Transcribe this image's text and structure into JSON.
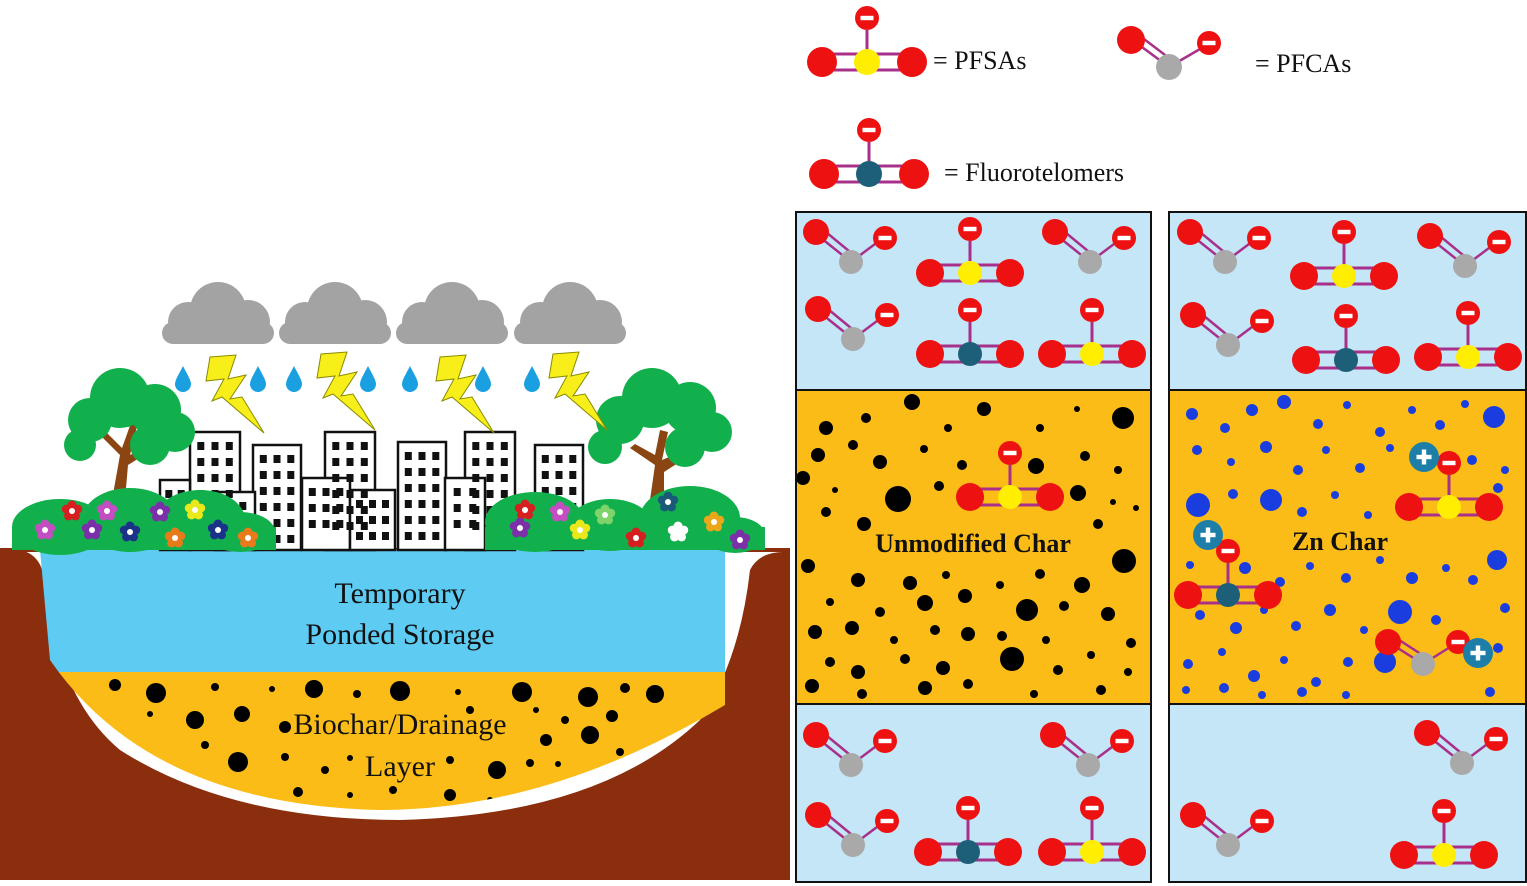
{
  "legend": {
    "pfsa_label": "= PFSAs",
    "pfca_label": "= PFCAs",
    "ft_label": "= Fluorotelomers"
  },
  "bioretention": {
    "water_line1": "Temporary",
    "water_line2": "Ponded Storage",
    "layer_line1": "Biochar/Drainage",
    "layer_line2": "Layer"
  },
  "columns": [
    {
      "media_label": "Unmodified Char"
    },
    {
      "media_label": "Zn Char"
    }
  ],
  "colors": {
    "water": "#5ecbf3",
    "soil": "#8b2e0e",
    "biochar": "#fbbc18",
    "panel_water": "#c4e6f6",
    "oxygen": "#ee1111",
    "sulfur": "#ffee00",
    "carbon": "#a9a9a9",
    "telomer_core": "#1d5e78",
    "bond": "#a8308a",
    "zn_site": "#1a3de0",
    "cloud": "#a3a3a3",
    "bolt": "#f7ee1a",
    "tree": "#12b04c",
    "trunk": "#8b4513"
  }
}
